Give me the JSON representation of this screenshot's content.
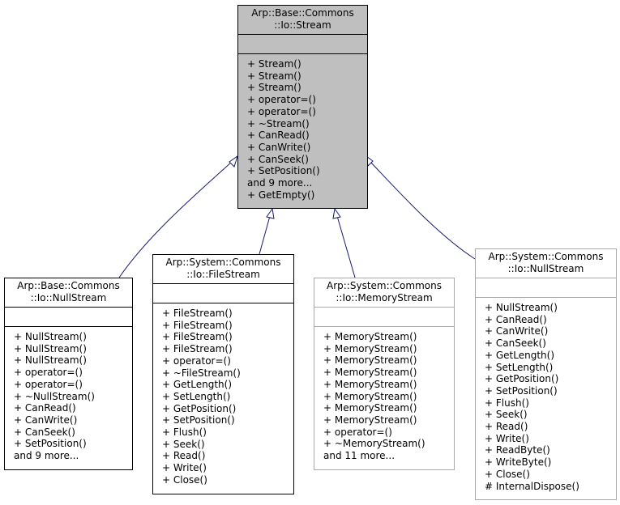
{
  "classes": {
    "stream": {
      "title": [
        "Arp::Base::Commons",
        "::Io::Stream"
      ],
      "operations": [
        "+ Stream()",
        "+ Stream()",
        "+ Stream()",
        "+ operator=()",
        "+ operator=()",
        "+ ~Stream()",
        "+ CanRead()",
        "+ CanWrite()",
        "+ CanSeek()",
        "+ SetPosition()",
        "and 9 more...",
        "+ GetEmpty()"
      ]
    },
    "base_null_stream": {
      "title": [
        "Arp::Base::Commons",
        "::Io::NullStream"
      ],
      "operations": [
        "+ NullStream()",
        "+ NullStream()",
        "+ NullStream()",
        "+ operator=()",
        "+ operator=()",
        "+ ~NullStream()",
        "+ CanRead()",
        "+ CanWrite()",
        "+ CanSeek()",
        "+ SetPosition()",
        "and 9 more..."
      ]
    },
    "file_stream": {
      "title": [
        "Arp::System::Commons",
        "::Io::FileStream"
      ],
      "operations": [
        "+ FileStream()",
        "+ FileStream()",
        "+ FileStream()",
        "+ FileStream()",
        "+ operator=()",
        "+ ~FileStream()",
        "+ GetLength()",
        "+ SetLength()",
        "+ GetPosition()",
        "+ SetPosition()",
        "+ Flush()",
        "+ Seek()",
        "+ Read()",
        "+ Write()",
        "+ Close()"
      ]
    },
    "memory_stream": {
      "title": [
        "Arp::System::Commons",
        "::Io::MemoryStream"
      ],
      "operations": [
        "+ MemoryStream()",
        "+ MemoryStream()",
        "+ MemoryStream()",
        "+ MemoryStream()",
        "+ MemoryStream()",
        "+ MemoryStream()",
        "+ MemoryStream()",
        "+ MemoryStream()",
        "+ operator=()",
        "+ ~MemoryStream()",
        "and 11 more..."
      ]
    },
    "system_null_stream": {
      "title": [
        "Arp::System::Commons",
        "::Io::NullStream"
      ],
      "operations": [
        "+ NullStream()",
        "+ CanRead()",
        "+ CanWrite()",
        "+ CanSeek()",
        "+ GetLength()",
        "+ SetLength()",
        "+ GetPosition()",
        "+ SetPosition()",
        "+ Flush()",
        "+ Seek()",
        "+ Read()",
        "+ Write()",
        "+ ReadByte()",
        "+ WriteByte()",
        "+ Close()",
        "# InternalDispose()"
      ]
    }
  },
  "colors": {
    "edge": "#191970",
    "base_fill": "#bfbfbf",
    "grey_border": "#a8a8a8"
  }
}
